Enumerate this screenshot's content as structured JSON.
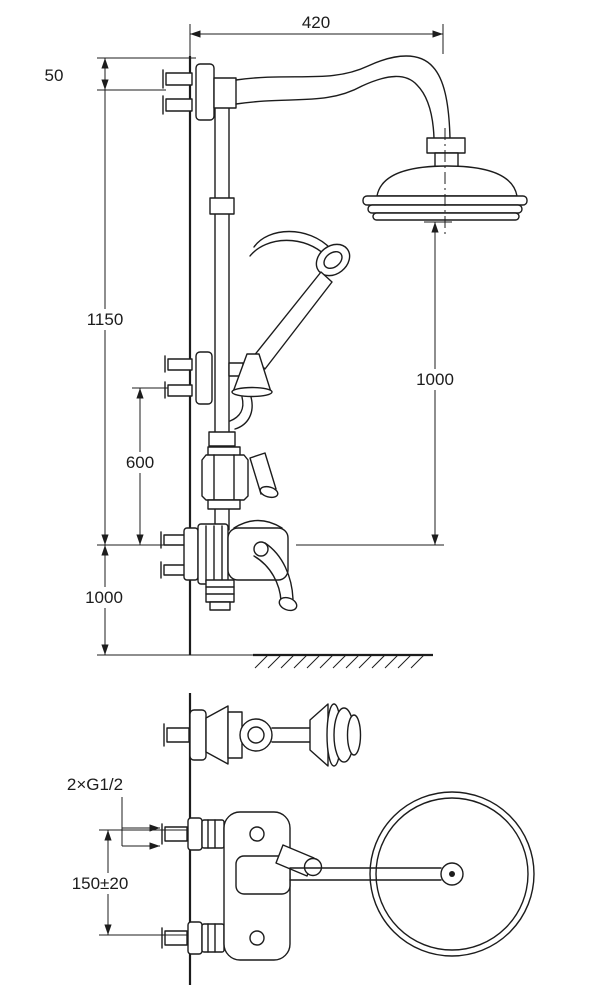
{
  "drawing": {
    "colors": {
      "line": "#1c1c1c",
      "background": "#ffffff"
    },
    "dims": {
      "arm_reach": "420",
      "top_offset": "50",
      "column_height": "1150",
      "holder_to_mixer": "600",
      "head_to_mixer": "1000",
      "mixer_to_floor": "1000",
      "inlet_thread": "2×G1/2",
      "inlet_spacing": "150±20"
    }
  }
}
